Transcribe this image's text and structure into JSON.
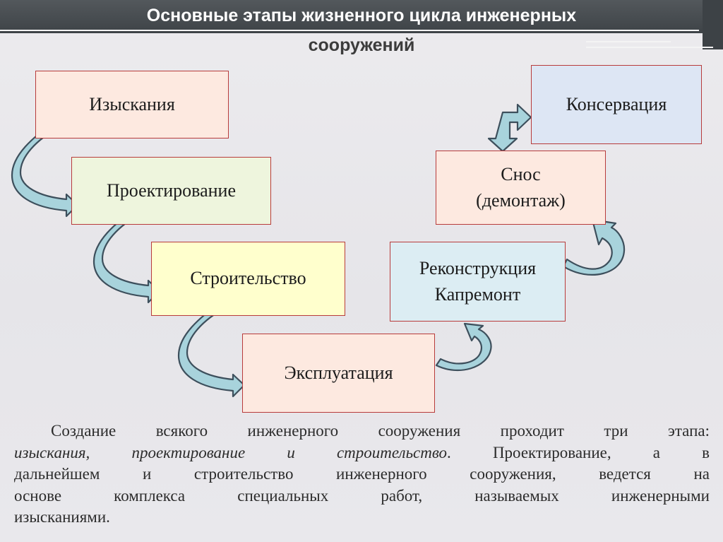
{
  "title": {
    "line1": "Основные этапы жизненного цикла инженерных",
    "line2": "сооружений"
  },
  "stages": {
    "surveys": "Изыскания",
    "design": "Проектирование",
    "construction": "Строительство",
    "operation": "Эксплуатация",
    "reconstruction": "Реконструкция\nКапремонт",
    "demolition": "Снос\n(демонтаж)",
    "conservation": "Консервация"
  },
  "paragraph": {
    "text1": "Создание всякого инженерного сооружения проходит три этапа:",
    "italic": "изыскания,  проектирование и строительство",
    "text2": ". Проектирование, а в",
    "line3": "дальнейшем и строительство инженерного сооружения, ведется на",
    "line4": "основе комплекса   специальных работ, называемых инженерными",
    "line5": "изысканиями."
  },
  "colors": {
    "header_bg": "#474c50",
    "box_border": "#b83b3b",
    "arrow_fill": "#a8d3dc",
    "arrow_stroke": "#3d4f5c",
    "surveys_fill": "#fde9e0",
    "design_fill": "#eef5dd",
    "construction_fill": "#ffffcd",
    "operation_fill": "#fde9e0",
    "reconstruction_fill": "#dcedf3",
    "demolition_fill": "#fde9e0",
    "conservation_fill": "#dde6f4"
  },
  "icons": [
    "curved-arrow-icon",
    "double-arrow-icon"
  ]
}
